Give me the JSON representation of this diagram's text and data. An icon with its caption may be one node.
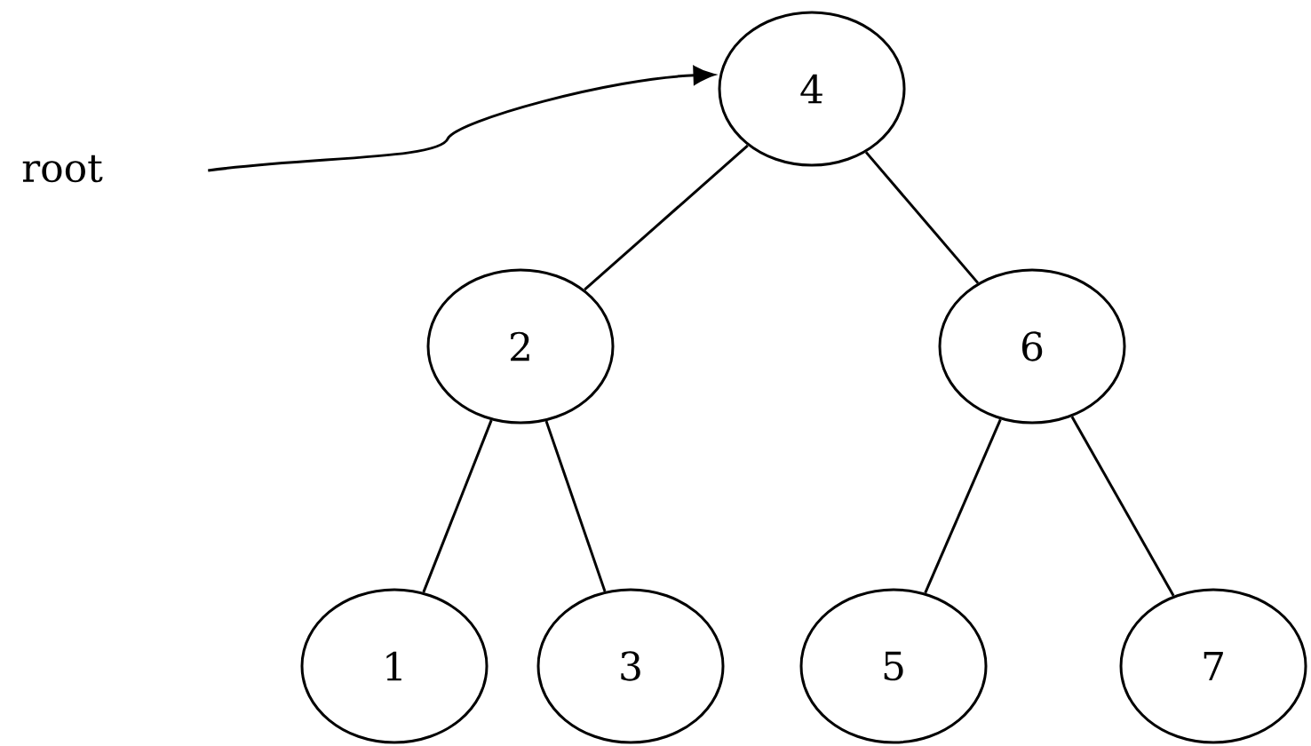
{
  "diagram": {
    "nodes": [
      {
        "text": [
          "root"
        ]
      },
      {
        "text": [
          "4"
        ]
      },
      {
        "text": [
          "2"
        ]
      },
      {
        "text": [
          "6"
        ]
      },
      {
        "text": [
          "1"
        ]
      },
      {
        "text": [
          "3"
        ]
      },
      {
        "text": [
          "5"
        ]
      },
      {
        "text": [
          "7"
        ]
      }
    ],
    "edges": [
      {
        "from": 0,
        "to": 1,
        "arrow": "to"
      },
      {
        "from": 1,
        "to": 2,
        "arrow": "none"
      },
      {
        "from": 1,
        "to": 3,
        "arrow": "none"
      },
      {
        "from": 2,
        "to": 4,
        "arrow": "none"
      },
      {
        "from": 2,
        "to": 5,
        "arrow": "none"
      },
      {
        "from": 3,
        "to": 6,
        "arrow": "none"
      },
      {
        "from": 3,
        "to": 7,
        "arrow": "none"
      }
    ]
  }
}
